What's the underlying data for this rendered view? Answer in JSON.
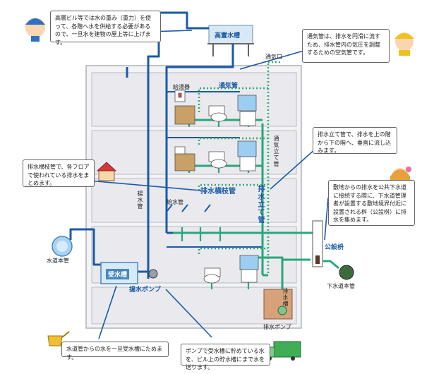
{
  "labels": {
    "elevated_tank": "高置水槽",
    "vent_outlet": "通気口",
    "vent_pipe": "通気管",
    "water_heater": "給湯器",
    "vent_stack": "通気立て管",
    "lift_pipe": "揚水管",
    "drain_branch": "排水横枝管",
    "drain_stack": "排水立て管",
    "supply_pipe": "給水管",
    "public_basin": "公設枡",
    "water_main": "水道本管",
    "sewer_main": "下水道本管",
    "receiving_tank": "受水槽",
    "lift_pump": "揚水ポンプ",
    "drain_pit": "排水槽",
    "drain_pump": "排水ポンプ"
  },
  "callouts": {
    "top": "高層ビル等では水の重み（重力）を使って、各階へ水を供給する必要があるので、一旦水を建物の屋上等に上げます。",
    "vent": "通気管は、排水を円滑に流すため、排水管内の気圧を調整するための空気管です。",
    "stack": "排水立て管で、排水を上の階から下の階へ、垂直に流し込みます。",
    "branch": "排水横枝管で、各フロアで使われている排水をまとめます。",
    "basin": "敷地からの排水を公共下水道に接続する際に、下水道管理者が設置する敷地境界付近に設置される桝（公設桝）に排水を集めます。",
    "receive": "水道管からの水を一旦受水槽にためます。",
    "pump": "ポンプで受水槽に貯めている水を、ビル上の貯水槽にまで水を送ります。"
  },
  "colors": {
    "supply": "#1a5aa8",
    "drain": "#27a87a",
    "vent": "#2fae6a",
    "floor": "#e8e8ee",
    "wall": "#f4f4f6"
  }
}
